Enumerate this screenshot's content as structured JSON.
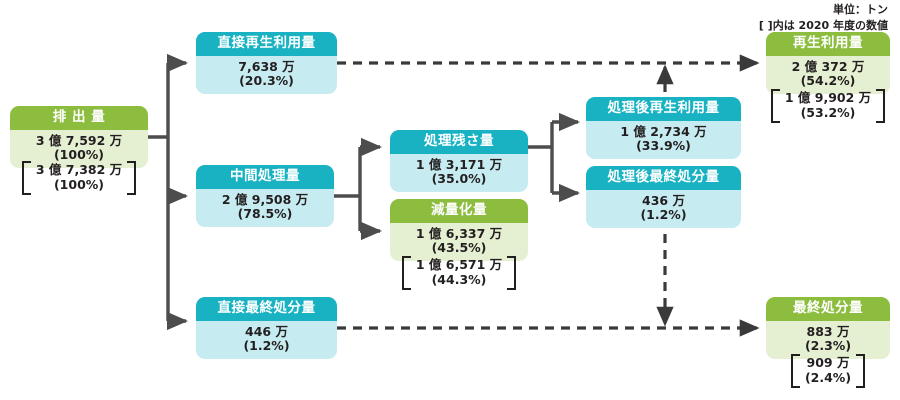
{
  "legend": {
    "unit": "単位：トン",
    "note": "[ ]内は 2020 年度の数値"
  },
  "nodes": {
    "emission": {
      "title": "排 出 量",
      "value": "3 億 7,592 万",
      "percent": "(100%)",
      "prev_value": "3 億 7,382 万",
      "prev_percent": "(100%)",
      "color": "#8cbd3f"
    },
    "direct_recycle": {
      "title": "直接再生利用量",
      "value": "7,638 万",
      "percent": "(20.3%)",
      "color": "#18b2c2"
    },
    "intermediate": {
      "title": "中間処理量",
      "value": "2 億 9,508 万",
      "percent": "(78.5%)",
      "color": "#18b2c2"
    },
    "residue": {
      "title": "処理残さ量",
      "value": "1 億 3,171 万",
      "percent": "(35.0%)",
      "color": "#18b2c2"
    },
    "reduction": {
      "title": "減量化量",
      "value": "1 億 6,337 万",
      "percent": "(43.5%)",
      "prev_value": "1 億 6,571 万",
      "prev_percent": "(44.3%)",
      "color": "#8cbd3f"
    },
    "post_recycle": {
      "title": "処理後再生利用量",
      "value": "1 億 2,734 万",
      "percent": "(33.9%)",
      "color": "#18b2c2"
    },
    "post_final": {
      "title": "処理後最終処分量",
      "value": "436 万",
      "percent": "(1.2%)",
      "color": "#18b2c2"
    },
    "direct_final": {
      "title": "直接最終処分量",
      "value": "446 万",
      "percent": "(1.2%)",
      "color": "#18b2c2"
    },
    "total_recycle": {
      "title": "再生利用量",
      "value": "2 億 372 万",
      "percent": "(54.2%)",
      "prev_value": "1 億 9,902 万",
      "prev_percent": "(53.2%)",
      "color": "#8cbd3f"
    },
    "total_final": {
      "title": "最終処分量",
      "value": "883 万",
      "percent": "(2.3%)",
      "prev_value": "909 万",
      "prev_percent": "(2.4%)",
      "color": "#8cbd3f"
    }
  },
  "flows": [
    {
      "from": "emission",
      "to": "direct_recycle",
      "style": "solid"
    },
    {
      "from": "emission",
      "to": "intermediate",
      "style": "solid"
    },
    {
      "from": "emission",
      "to": "direct_final",
      "style": "solid"
    },
    {
      "from": "intermediate",
      "to": "residue",
      "style": "solid"
    },
    {
      "from": "intermediate",
      "to": "reduction",
      "style": "solid"
    },
    {
      "from": "residue",
      "to": "post_recycle",
      "style": "solid"
    },
    {
      "from": "residue",
      "to": "post_final",
      "style": "solid"
    },
    {
      "from": "direct_recycle",
      "to": "total_recycle",
      "style": "dashed"
    },
    {
      "from": "post_recycle",
      "to": "total_recycle",
      "style": "dashed"
    },
    {
      "from": "direct_final",
      "to": "total_final",
      "style": "dashed"
    },
    {
      "from": "post_final",
      "to": "total_final",
      "style": "dashed"
    }
  ],
  "wire_color": "#4d4d4d"
}
